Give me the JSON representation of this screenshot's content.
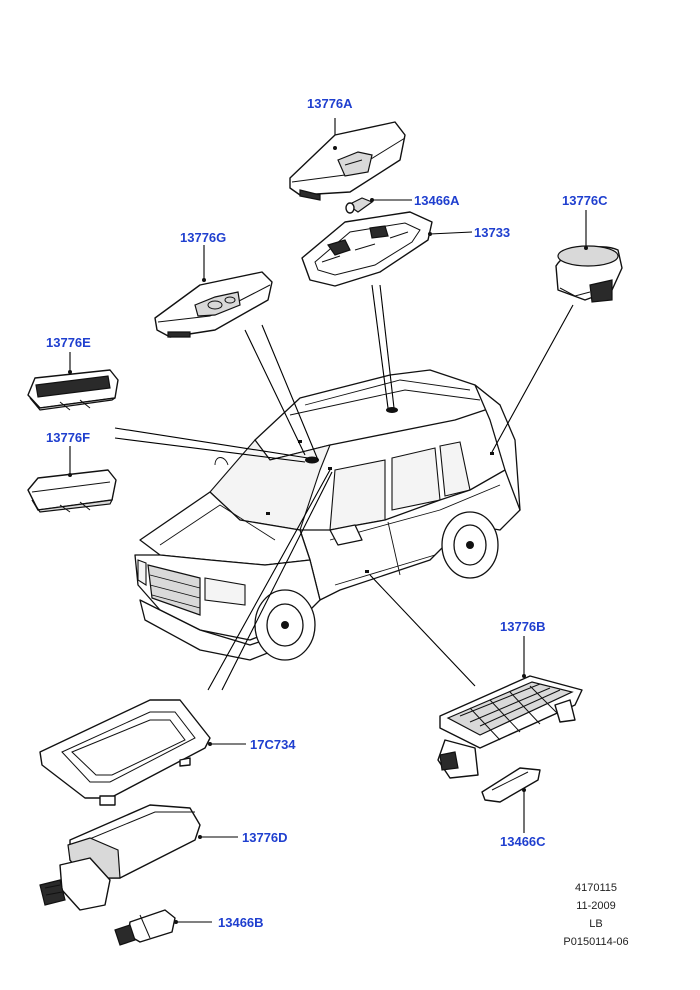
{
  "callouts": {
    "c13776A": "13776A",
    "c13466A": "13466A",
    "c13733": "13733",
    "c13776C": "13776C",
    "c13776G": "13776G",
    "c13776E": "13776E",
    "c13776F": "13776F",
    "c13776B": "13776B",
    "c17C734": "17C734",
    "c13776D": "13776D",
    "c13466C": "13466C",
    "c13466B": "13466B"
  },
  "meta": {
    "code": "4170115",
    "date": "11-2009",
    "region": "LB",
    "ref": "P0150114-06"
  },
  "colors": {
    "callout": "#1f3fcf",
    "line": "#111111",
    "background": "#ffffff"
  }
}
